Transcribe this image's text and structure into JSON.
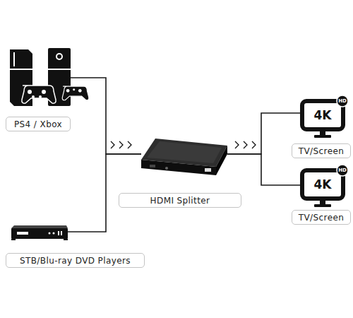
{
  "diagram": {
    "nodes": [
      {
        "text": [
          "PS4 / Xbox"
        ]
      },
      {
        "text": [
          "STB/Blu-ray DVD Players"
        ]
      },
      {
        "text": [
          "HDMI Splitter"
        ]
      },
      {
        "text": [
          "TV/Screen"
        ]
      },
      {
        "text": [
          "TV/Screen"
        ]
      }
    ],
    "edges": [
      {
        "from": 0,
        "to": 2,
        "arrow": "none"
      },
      {
        "from": 1,
        "to": 2,
        "arrow": "none"
      },
      {
        "from": 2,
        "to": 3,
        "arrow": "none"
      },
      {
        "from": 2,
        "to": 4,
        "arrow": "none"
      }
    ],
    "labels": [
      "4K",
      "HD",
      "4K",
      "HD"
    ]
  }
}
